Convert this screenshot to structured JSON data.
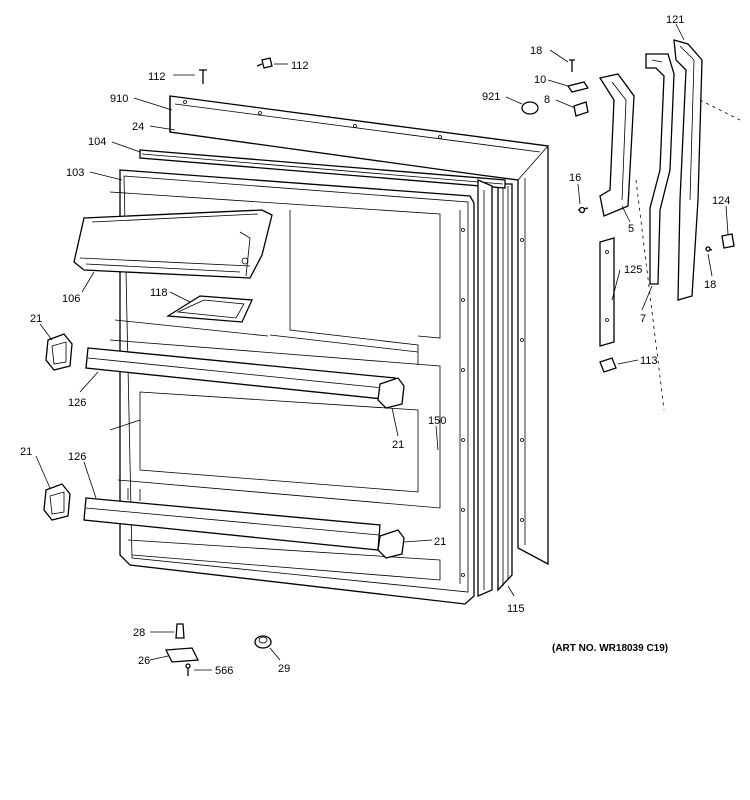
{
  "art_number": "(ART NO. WR18039 C19)",
  "labels": [
    {
      "id": "112a",
      "text": "112"
    },
    {
      "id": "112b",
      "text": "112"
    },
    {
      "id": "910",
      "text": "910"
    },
    {
      "id": "24",
      "text": "24"
    },
    {
      "id": "104",
      "text": "104"
    },
    {
      "id": "103",
      "text": "103"
    },
    {
      "id": "106",
      "text": "106"
    },
    {
      "id": "118",
      "text": "118"
    },
    {
      "id": "21a",
      "text": "21"
    },
    {
      "id": "126a",
      "text": "126"
    },
    {
      "id": "21b",
      "text": "21"
    },
    {
      "id": "126b",
      "text": "126"
    },
    {
      "id": "21c",
      "text": "21"
    },
    {
      "id": "21d",
      "text": "21"
    },
    {
      "id": "150",
      "text": "150"
    },
    {
      "id": "115",
      "text": "115"
    },
    {
      "id": "18a",
      "text": "18"
    },
    {
      "id": "10",
      "text": "10"
    },
    {
      "id": "8",
      "text": "8"
    },
    {
      "id": "921",
      "text": "921"
    },
    {
      "id": "16",
      "text": "16"
    },
    {
      "id": "5",
      "text": "5"
    },
    {
      "id": "121",
      "text": "121"
    },
    {
      "id": "124",
      "text": "124"
    },
    {
      "id": "18b",
      "text": "18"
    },
    {
      "id": "125",
      "text": "125"
    },
    {
      "id": "7",
      "text": "7"
    },
    {
      "id": "113",
      "text": "113"
    },
    {
      "id": "28",
      "text": "28"
    },
    {
      "id": "26",
      "text": "26"
    },
    {
      "id": "566",
      "text": "566"
    },
    {
      "id": "29",
      "text": "29"
    }
  ]
}
